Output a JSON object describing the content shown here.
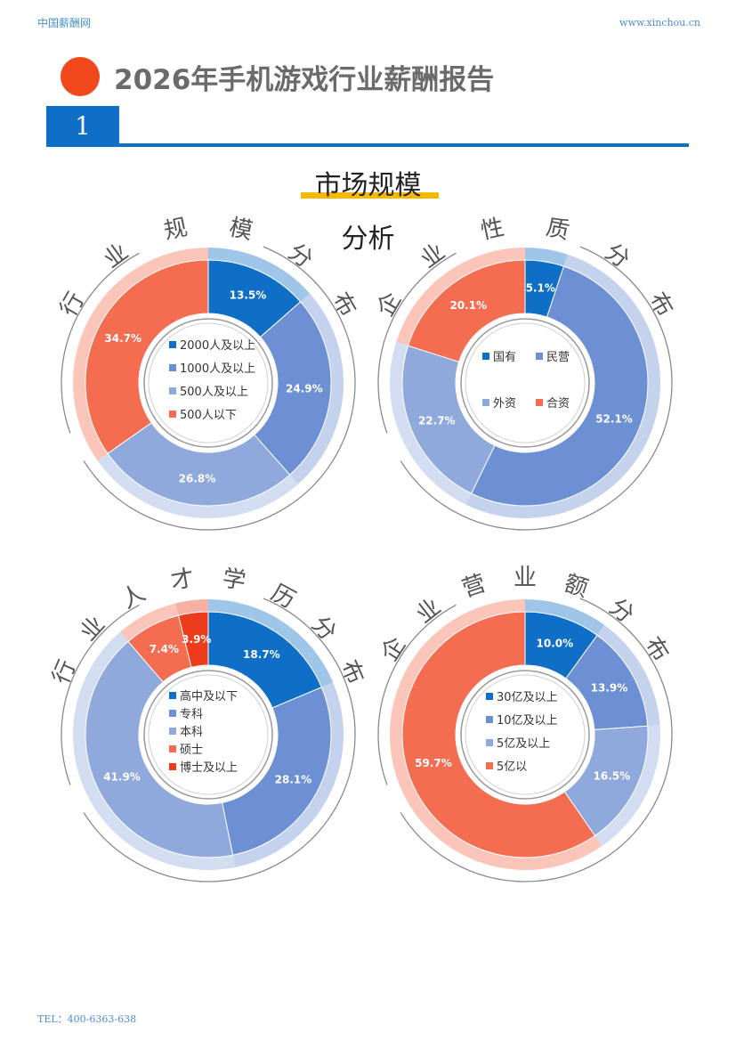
{
  "header": {
    "site_name": "中国薪酬网",
    "site_url": "www.xinchou.cn"
  },
  "report": {
    "title": "2026年手机游戏行业薪酬报告",
    "section_number": "1",
    "section_title": "市场规模",
    "section_subtitle": "分析"
  },
  "footer": {
    "tel": "TEL：400-6363-638"
  },
  "colors": {
    "dark_blue": "#0f6fc6",
    "mid_blue": "#6d8fd3",
    "light_blue": "#8fa9dc",
    "salmon": "#f46d50",
    "red": "#ec3c1c"
  },
  "chart_data": [
    {
      "type": "pie",
      "title": "行业规模分布",
      "categories": [
        "2000人及以上",
        "1000人及以上",
        "500人及以上",
        "500人以下"
      ],
      "values": [
        13.5,
        24.9,
        26.8,
        34.7
      ],
      "labels": [
        "13.5%",
        "24.9%",
        "26.8%",
        "34.7%"
      ],
      "colors": [
        "#0f6fc6",
        "#6d8fd3",
        "#8fa9dc",
        "#f46d50"
      ],
      "legend": "center"
    },
    {
      "type": "pie",
      "title": "企业性质分布",
      "categories": [
        "国有",
        "民营",
        "外资",
        "合资"
      ],
      "values": [
        5.1,
        52.1,
        22.7,
        20.1
      ],
      "labels": [
        "5.1%",
        "52.1%",
        "22.7%",
        "20.1%"
      ],
      "colors": [
        "#0f6fc6",
        "#6d8fd3",
        "#8fa9dc",
        "#f46d50"
      ],
      "legend": "center"
    },
    {
      "type": "pie",
      "title": "行业人才学历分布",
      "categories": [
        "高中及以下",
        "专科",
        "本科",
        "硕士",
        "博士及以上"
      ],
      "values": [
        18.7,
        28.1,
        41.9,
        7.4,
        3.9
      ],
      "labels": [
        "18.7%",
        "28.1%",
        "41.9%",
        "7.4%",
        "3.9%"
      ],
      "colors": [
        "#0f6fc6",
        "#6d8fd3",
        "#8fa9dc",
        "#f46d50",
        "#ec3c1c"
      ],
      "legend": "center"
    },
    {
      "type": "pie",
      "title": "企业营业额分布",
      "categories": [
        "30亿及以上",
        "10亿及以上",
        "5亿及以上",
        "5亿以"
      ],
      "values": [
        10.0,
        13.9,
        16.5,
        59.7
      ],
      "labels": [
        "10.0%",
        "13.9%",
        "16.5%",
        "59.7%"
      ],
      "colors": [
        "#0f6fc6",
        "#6d8fd3",
        "#8fa9dc",
        "#f46d50"
      ],
      "legend": "center"
    }
  ]
}
